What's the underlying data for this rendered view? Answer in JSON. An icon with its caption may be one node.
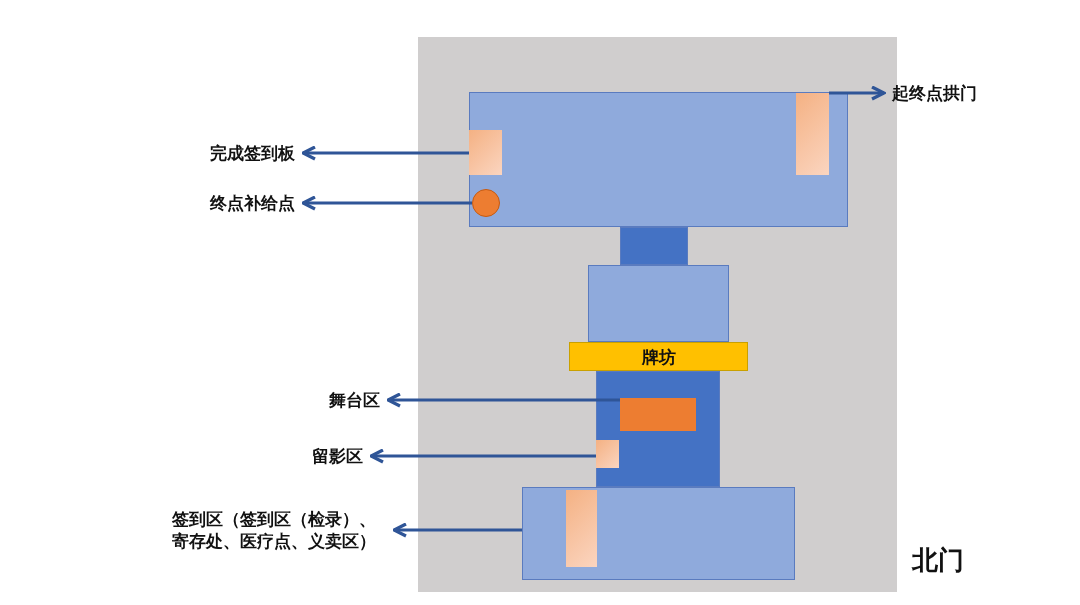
{
  "diagram": {
    "nodes": [
      {
        "text": [
          "起终点拱门"
        ]
      },
      {
        "text": [
          "完成签到板"
        ]
      },
      {
        "text": [
          "终点补给点"
        ]
      },
      {
        "text": [
          "牌坊"
        ]
      },
      {
        "text": [
          "舞台区"
        ]
      },
      {
        "text": [
          "留影区"
        ]
      },
      {
        "text": [
          "签到区（签到区（检录）、寄存处、医疗点、义卖区）"
        ]
      },
      {
        "text": [],
        "shape": "box"
      },
      {
        "text": [],
        "shape": "box"
      },
      {
        "text": [],
        "shape": "circle"
      },
      {
        "text": [],
        "shape": "box"
      },
      {
        "text": [],
        "shape": "box"
      },
      {
        "text": [],
        "shape": "box"
      },
      {
        "text": [],
        "shape": "box"
      },
      {
        "text": [],
        "shape": "box",
        "in": 13
      }
    ],
    "edges": [
      {
        "from": 7,
        "to": 0,
        "arrow": "to"
      },
      {
        "from": 8,
        "to": 1,
        "arrow": "to"
      },
      {
        "from": 9,
        "to": 2,
        "arrow": "to"
      },
      {
        "from": 11,
        "to": 4,
        "arrow": "to"
      },
      {
        "from": 12,
        "to": 5,
        "arrow": "to"
      },
      {
        "from": 13,
        "to": 6,
        "arrow": "to"
      }
    ],
    "labels": [
      "北门"
    ]
  }
}
